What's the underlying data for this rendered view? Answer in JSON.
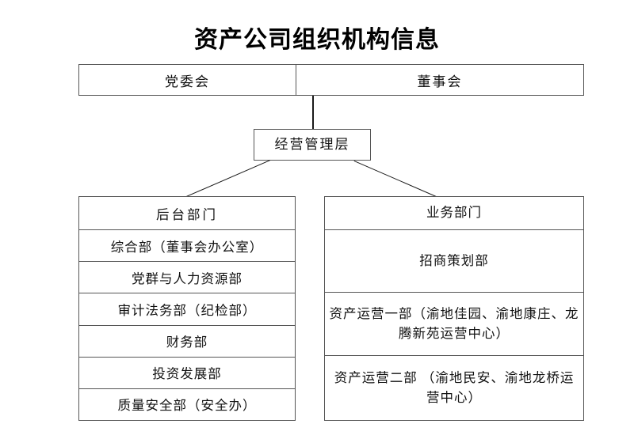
{
  "title": "资产公司组织机构信息",
  "top_row": {
    "left_cell": "党委会",
    "right_cell": "董事会"
  },
  "management": {
    "label": "经营管理层"
  },
  "columns": {
    "left": {
      "header": "后台部门",
      "items": [
        "综合部（董事会办公室）",
        "党群与人力资源部",
        "审计法务部（纪检部）",
        "财务部",
        "投资发展部",
        "质量安全部（安全办）"
      ]
    },
    "right": {
      "header": "业务部门",
      "items": [
        "招商策划部",
        "资产运营一部（渝地佳园、渝地康庄、龙腾新苑运营中心）",
        "资产运营二部 （渝地民安、渝地龙桥运营中心）"
      ]
    }
  },
  "colors": {
    "background": "#ffffff",
    "border": "#555555",
    "text": "#111111",
    "line": "#1a1a1a"
  }
}
